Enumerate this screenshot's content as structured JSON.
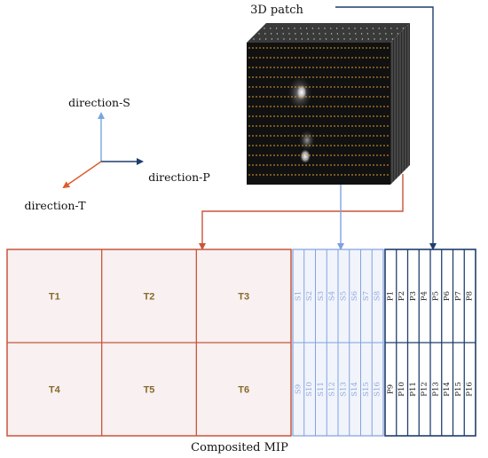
{
  "title_patch": "3D patch",
  "directions": {
    "s": "direction-S",
    "p": "direction-P",
    "t": "direction-T"
  },
  "caption": "Composited MIP",
  "t_labels": [
    "T1",
    "T2",
    "T3",
    "T4",
    "T5",
    "T6"
  ],
  "s_labels": [
    "S1",
    "S2",
    "S3",
    "S4",
    "S5",
    "S6",
    "S7",
    "S8",
    "S9",
    "S10",
    "S11",
    "S12",
    "S13",
    "S14",
    "S15",
    "S16"
  ],
  "p_labels": [
    "P1",
    "P2",
    "P3",
    "P4",
    "P5",
    "P6",
    "P7",
    "P8",
    "P9",
    "P10",
    "P11",
    "P12",
    "P13",
    "P14",
    "P15",
    "P16"
  ],
  "colors": {
    "t": "#c8553a",
    "t_text": "#8a6a2a",
    "t_fill": "#f8f0f1",
    "s": "#7f9fe0",
    "s_text": "#8fa8e0",
    "s_fill": "#f1f4fa",
    "p": "#1f3d6e",
    "p_text": "#1a1a1a",
    "p_fill": "#ffffff",
    "axis_s": "#7aa6dc",
    "axis_p": "#1f3d6e",
    "axis_t": "#e05a2a",
    "slice_line": "#e0a030"
  }
}
